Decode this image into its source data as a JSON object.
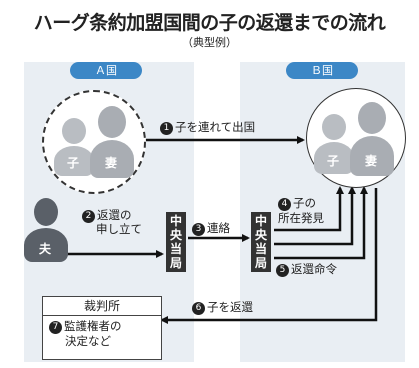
{
  "title": "ハーグ条約加盟国間の子の返還までの流れ",
  "subtitle": "（典型例）",
  "regions": {
    "a": "Ａ国",
    "b": "Ｂ国"
  },
  "people": {
    "child": "子",
    "wife": "妻",
    "husband": "夫"
  },
  "agency": [
    "中",
    "央",
    "当",
    "局"
  ],
  "steps": {
    "s1": {
      "num": "1",
      "text": "子を連れて出国"
    },
    "s2": {
      "num": "2",
      "line1": "返還の",
      "line2": "申し立て"
    },
    "s3": {
      "num": "3",
      "text": "連絡"
    },
    "s4": {
      "num": "4",
      "line1": "子の",
      "line2": "所在発見"
    },
    "s5": {
      "num": "5",
      "text": "返還命令"
    },
    "s6": {
      "num": "6",
      "text": "子を返還"
    },
    "s7": {
      "num": "7",
      "line1": "監護権者の",
      "line2": "決定など"
    }
  },
  "court": "裁判所"
}
